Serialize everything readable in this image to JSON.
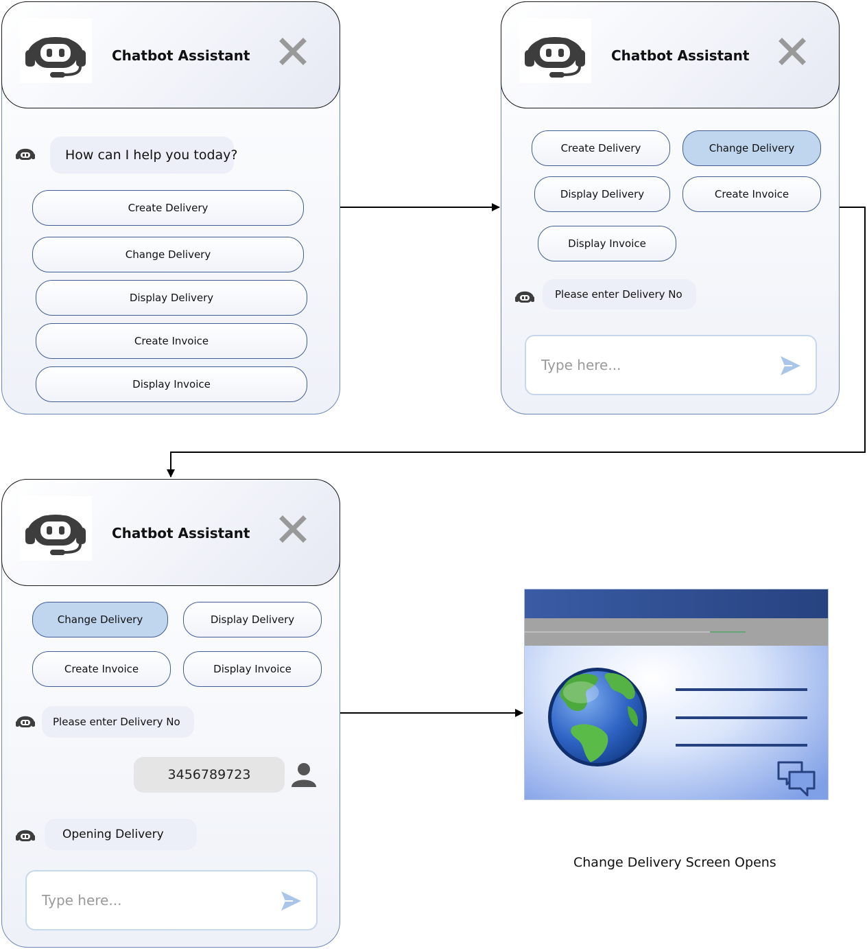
{
  "panel1": {
    "title": "Chatbot Assistant",
    "greeting": "How can I help you today?",
    "options": [
      "Create Delivery",
      "Change Delivery",
      "Display Delivery",
      "Create Invoice",
      "Display Invoice"
    ]
  },
  "panel2": {
    "title": "Chatbot Assistant",
    "options": [
      "Create Delivery",
      "Change Delivery",
      "Display Delivery",
      "Create Invoice",
      "Display Invoice"
    ],
    "selected_option": "Change Delivery",
    "bot_message": "Please enter Delivery No",
    "input_placeholder": "Type here..."
  },
  "panel3": {
    "title": "Chatbot Assistant",
    "options": [
      "Change Delivery",
      "Display Delivery",
      "Create Invoice",
      "Display Invoice"
    ],
    "selected_option": "Change Delivery",
    "bot_message": "Please enter Delivery No",
    "user_message": "3456789723",
    "bot_reply": "Opening Delivery",
    "input_placeholder": "Type here..."
  },
  "result": {
    "caption": "Change Delivery Screen Opens",
    "icons": [
      "globe-icon",
      "chat-bubbles-icon"
    ]
  },
  "colors": {
    "selected_button": "#bfd6ee",
    "border_blue": "#3f5c93",
    "screen_title_bar": "#2f4f8f",
    "screen_bg": "#7f9fe6"
  },
  "icons": [
    "chatbot-headset-icon",
    "close-icon",
    "send-icon",
    "user-icon"
  ]
}
